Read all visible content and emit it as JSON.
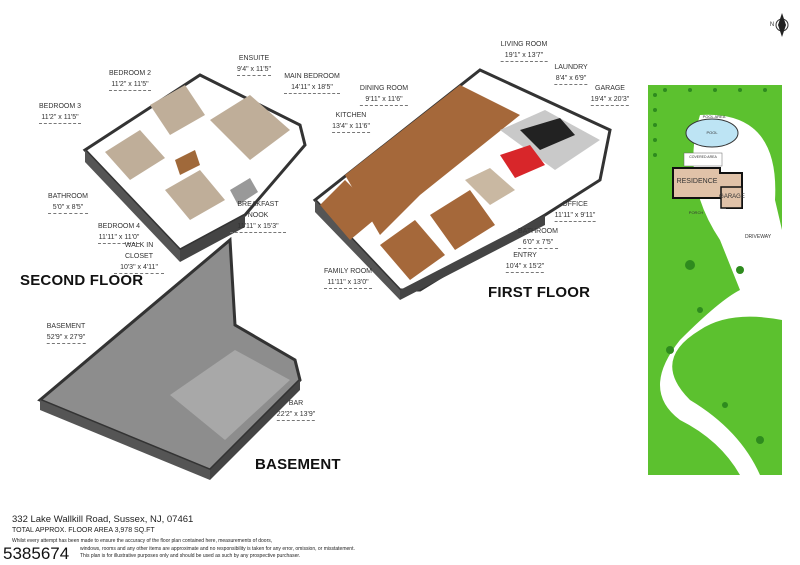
{
  "compass": {
    "label": "N"
  },
  "second_floor": {
    "title": "SECOND FLOOR",
    "rooms": [
      {
        "name": "ENSUITE",
        "dims": "9'4\" x 11'5\""
      },
      {
        "name": "BEDROOM 2",
        "dims": "11'2\" x 11'5\""
      },
      {
        "name": "MAIN BEDROOM",
        "dims": "14'11\" x 18'5\""
      },
      {
        "name": "BEDROOM 3",
        "dims": "11'2\" x 11'5\""
      },
      {
        "name": "BATHROOM",
        "dims": "5'0\" x 8'5\""
      },
      {
        "name": "BEDROOM 4",
        "dims": "11'11\" x 11'0\""
      },
      {
        "name": "WALK IN CLOSET",
        "dims": "10'3\" x 4'11\""
      }
    ]
  },
  "first_floor": {
    "title": "FIRST FLOOR",
    "rooms": [
      {
        "name": "LIVING ROOM",
        "dims": "19'1\" x 13'7\""
      },
      {
        "name": "LAUNDRY",
        "dims": "8'4\" x 6'9\""
      },
      {
        "name": "GARAGE",
        "dims": "19'4\" x 20'3\""
      },
      {
        "name": "DINING ROOM",
        "dims": "9'11\" x 11'6\""
      },
      {
        "name": "KITCHEN",
        "dims": "13'4\" x 11'6\""
      },
      {
        "name": "BREAKFAST NOOK",
        "dims": "11'11\" x 15'3\""
      },
      {
        "name": "OFFICE",
        "dims": "11'11\" x 9'11\""
      },
      {
        "name": "BATHROOM",
        "dims": "6'0\" x 7'5\""
      },
      {
        "name": "ENTRY",
        "dims": "10'4\" x 15'2\""
      },
      {
        "name": "FAMILY ROOM",
        "dims": "11'11\" x 13'0\""
      }
    ]
  },
  "basement": {
    "title": "BASEMENT",
    "rooms": [
      {
        "name": "BASEMENT",
        "dims": "52'9\" x 27'9\""
      },
      {
        "name": "BAR",
        "dims": "22'2\" x 13'9\""
      }
    ]
  },
  "site_plan": {
    "pool_area": "POOL AREA",
    "pool": "POOL",
    "covered_area": "COVERED AREA",
    "residence": "RESIDENCE",
    "garage": "GARAGE",
    "porch": "PORCH",
    "driveway": "DRIVEWAY",
    "colors": {
      "grass": "#5cc12f",
      "residence": "#e0c2a8",
      "pool": "#bde4f4"
    }
  },
  "footer": {
    "address": "332 Lake Wallkill Road, Sussex, NJ, 07461",
    "area": "TOTAL APPROX. FLOOR AREA 3,978 SQ.FT",
    "disclaimer_1": "Whilst every attempt has been made to ensure the accuracy of the floor plan contained here, measurements of doors,",
    "disclaimer_2": "windows, rooms and any other items are approximate and no responsibility is taken for any error, omission, or misstatement.",
    "disclaimer_3": "This plan is for illustrative purposes only and should be used as such by any prospective purchaser.",
    "listing_id": "5385674"
  }
}
